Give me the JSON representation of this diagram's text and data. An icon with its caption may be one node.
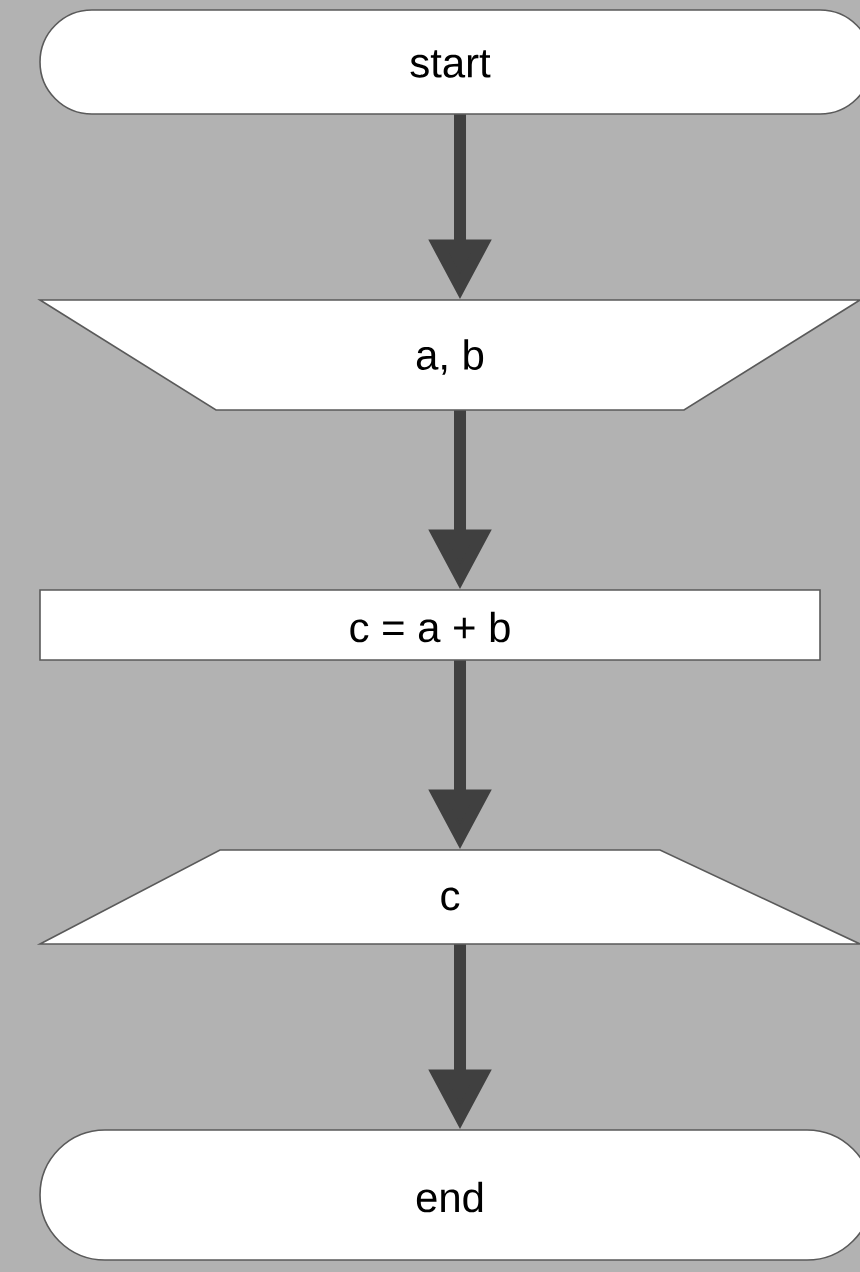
{
  "diagram": {
    "nodes": [
      {
        "text": [
          "start"
        ]
      },
      {
        "text": [
          "a, b"
        ]
      },
      {
        "text": [
          "c = a + b"
        ]
      },
      {
        "text": [
          "c"
        ]
      },
      {
        "text": [
          "end"
        ]
      }
    ],
    "edges": [
      {
        "from": 0,
        "to": 1,
        "arrow": "to"
      },
      {
        "from": 1,
        "to": 2,
        "arrow": "to"
      },
      {
        "from": 2,
        "to": 3,
        "arrow": "to"
      },
      {
        "from": 3,
        "to": 4,
        "arrow": "to"
      }
    ]
  }
}
